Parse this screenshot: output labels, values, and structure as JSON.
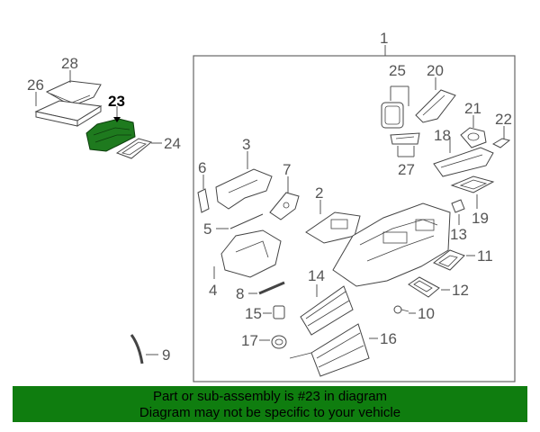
{
  "diagram": {
    "callouts": {
      "c1": "1",
      "c2": "2",
      "c3": "3",
      "c4": "4",
      "c5": "5",
      "c6": "6",
      "c7": "7",
      "c8": "8",
      "c9": "9",
      "c10": "10",
      "c11": "11",
      "c12": "12",
      "c13": "13",
      "c14": "14",
      "c15": "15",
      "c16": "16",
      "c17": "17",
      "c18": "18",
      "c19": "19",
      "c20": "20",
      "c21": "21",
      "c22": "22",
      "c23": "23",
      "c24": "24",
      "c25": "25",
      "c26": "26",
      "c27": "27",
      "c28": "28"
    },
    "highlighted_part": "23",
    "highlight_color": "#1e7a1e"
  },
  "banner": {
    "line1": "Part or sub-assembly is #23 in diagram",
    "line2": "Diagram may not be specific to your vehicle",
    "color": "#0f7d0f"
  }
}
